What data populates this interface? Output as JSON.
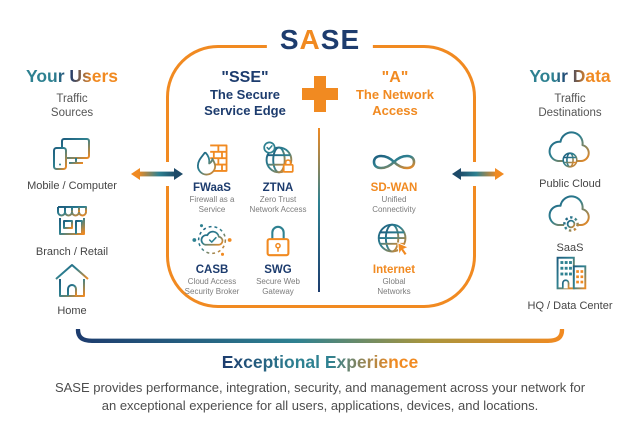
{
  "title": {
    "p1": "S",
    "p2": "A",
    "p3": "SE"
  },
  "users": {
    "title": "Your Users",
    "sub1": "Traffic",
    "sub2": "Sources",
    "items": [
      {
        "label": "Mobile / Computer",
        "icon": "mobile-computer-icon"
      },
      {
        "label": "Branch / Retail",
        "icon": "branch-retail-icon"
      },
      {
        "label": "Home",
        "icon": "home-icon"
      }
    ]
  },
  "data_panel": {
    "title": "Your Data",
    "sub1": "Traffic",
    "sub2": "Destinations",
    "items": [
      {
        "label": "Public Cloud",
        "icon": "public-cloud-icon"
      },
      {
        "label": "SaaS",
        "icon": "saas-cloud-gear-icon"
      },
      {
        "label": "HQ / Data Center",
        "icon": "hq-data-center-icon"
      }
    ]
  },
  "sse": {
    "title": "\"SSE\"",
    "sub1": "The Secure",
    "sub2": "Service Edge",
    "items": [
      {
        "name": "FWaaS",
        "d1": "Firewall as a",
        "d2": "Service",
        "icon": "firewall-flame-icon"
      },
      {
        "name": "ZTNA",
        "d1": "Zero Trust",
        "d2": "Network Access",
        "icon": "globe-check-lock-icon"
      },
      {
        "name": "CASB",
        "d1": "Cloud Access",
        "d2": "Security Broker",
        "icon": "cloud-network-icon"
      },
      {
        "name": "SWG",
        "d1": "Secure Web",
        "d2": "Gateway",
        "icon": "padlock-icon"
      }
    ]
  },
  "access": {
    "title": "\"A\"",
    "sub1": "The Network",
    "sub2": "Access",
    "items": [
      {
        "name": "SD-WAN",
        "d1": "Unified",
        "d2": "Connectivity",
        "icon": "infinity-icon"
      },
      {
        "name": "Internet",
        "d1": "Global",
        "d2": "Networks",
        "icon": "globe-cursor-icon"
      }
    ]
  },
  "footer": {
    "heading": "Exceptional Experience",
    "line1": "SASE provides performance, integration, security, and management across your network for",
    "line2": "an exceptional experience for all users, applications, devices, and locations."
  },
  "colors": {
    "navy": "#1d3c6e",
    "orange": "#f18a21",
    "teal": "#2e8191",
    "label_gray": "#454545",
    "desc_gray": "#7c7c7c"
  }
}
